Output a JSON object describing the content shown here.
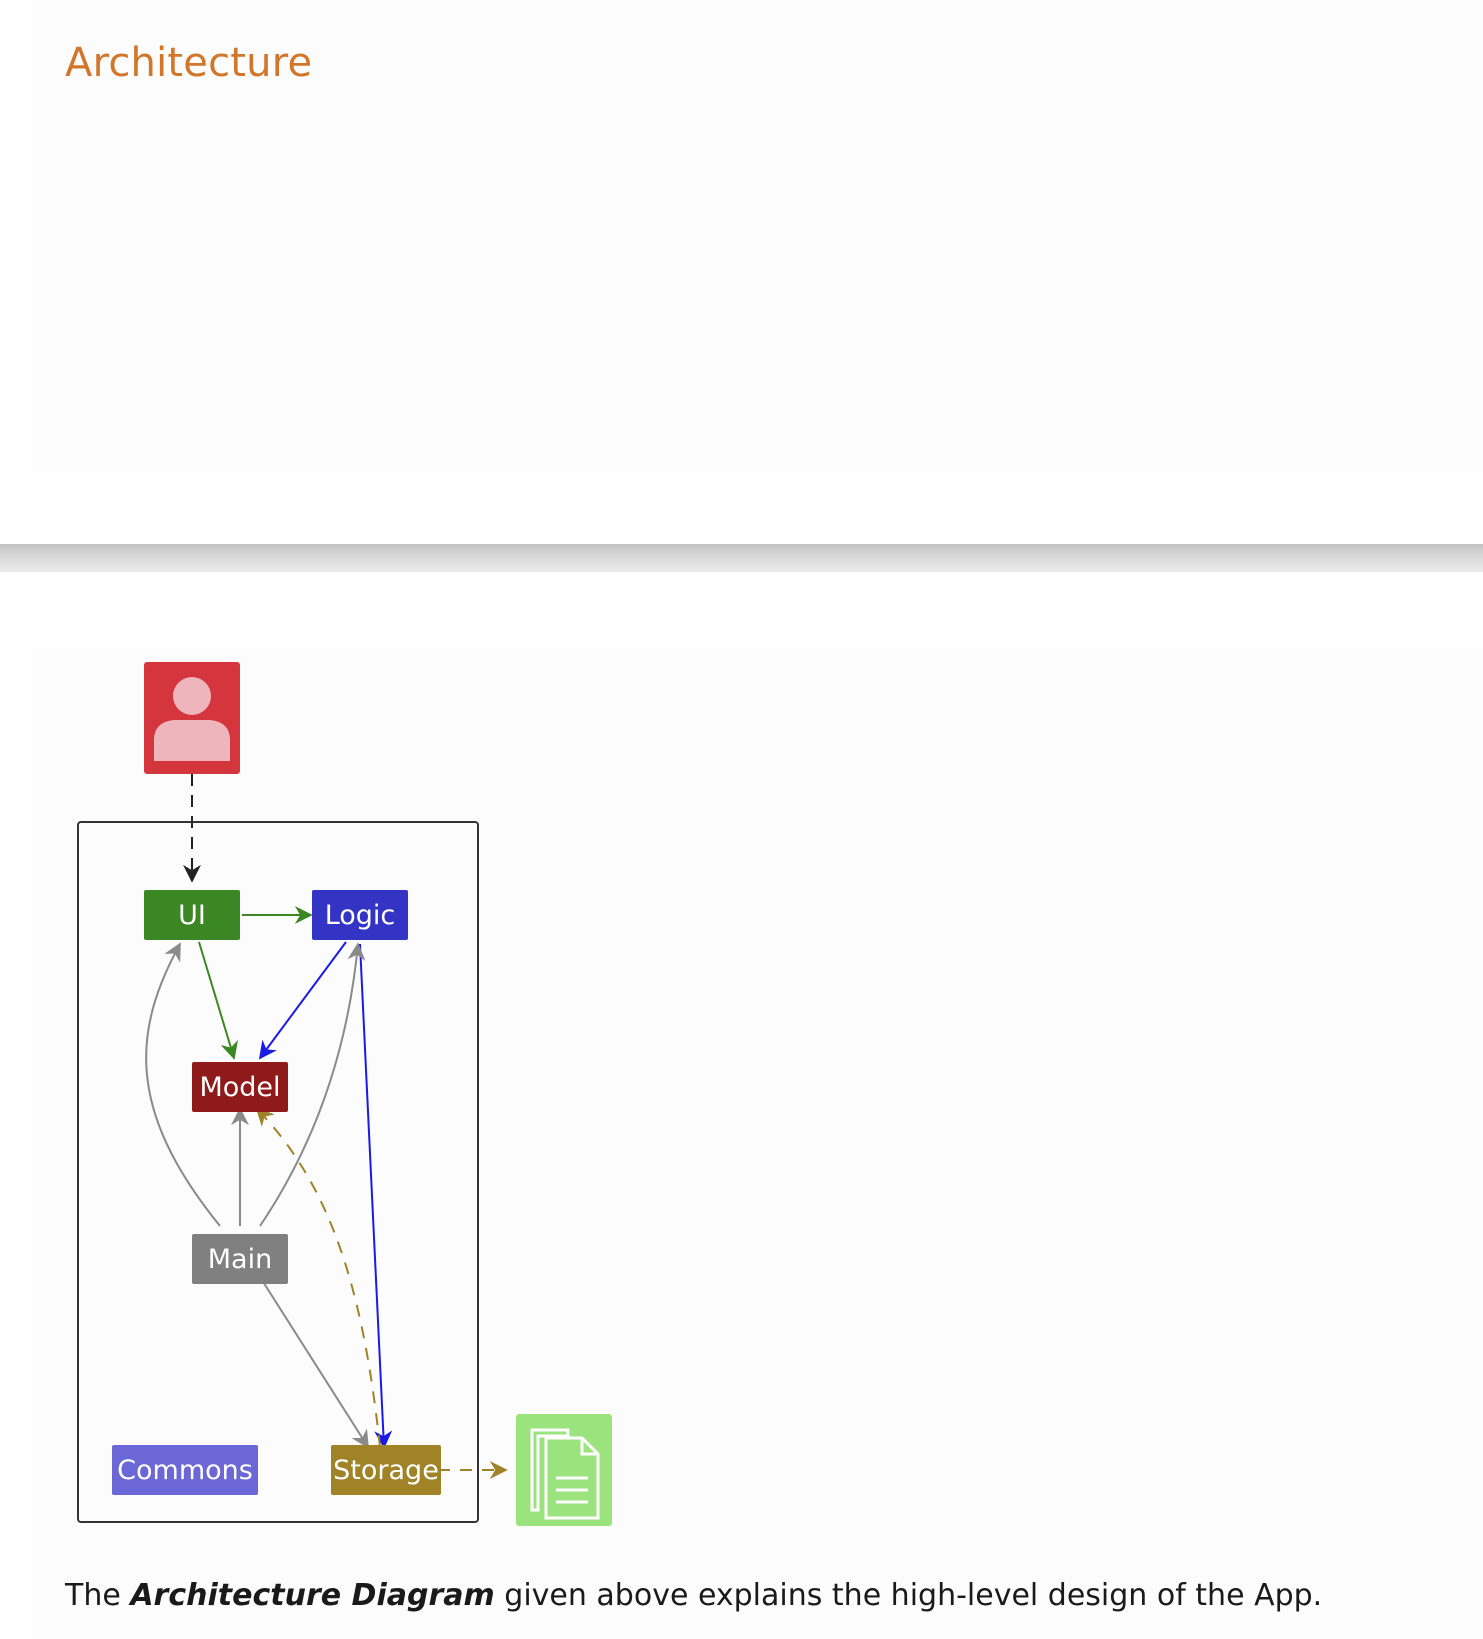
{
  "heading": "Architecture",
  "diagram": {
    "nodes": {
      "ui": "UI",
      "logic": "Logic",
      "model": "Model",
      "main": "Main",
      "commons": "Commons",
      "storage": "Storage"
    },
    "colors": {
      "ui": "#3b8723",
      "logic": "#3333c4",
      "model": "#8e1a1a",
      "main": "#808080",
      "commons": "#6b67d6",
      "storage": "#a08227",
      "user": "#d5353d",
      "file": "#9be37d"
    },
    "icons": [
      "user-icon",
      "file-icon"
    ]
  },
  "caption": {
    "prefix": "The ",
    "emphasis": "Architecture Diagram",
    "suffix": " given above explains the high-level design of the App."
  }
}
